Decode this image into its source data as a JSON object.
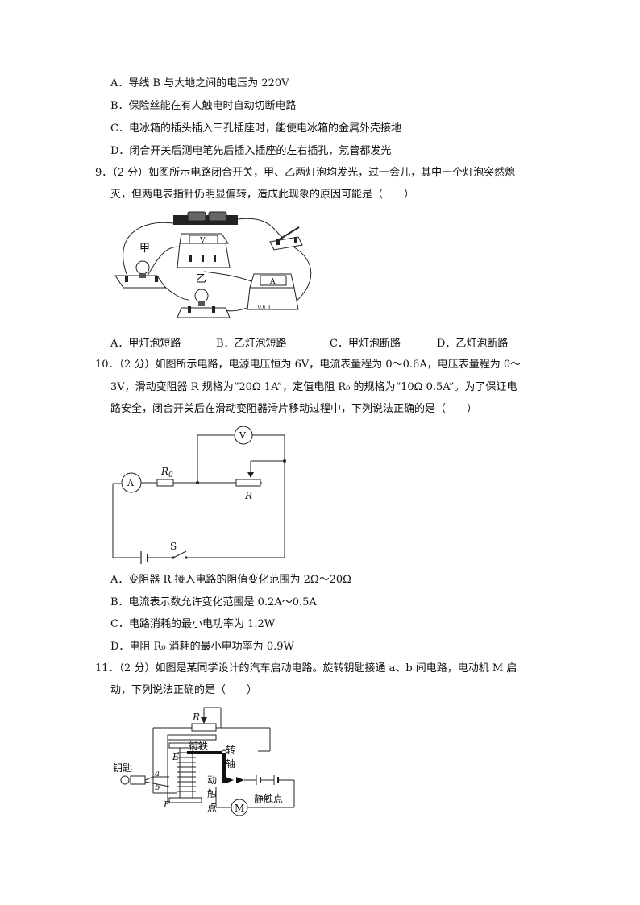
{
  "q8": {
    "opt_a": "A．导线 B 与大地之间的电压为 220V",
    "opt_b": "B．保险丝能在有人触电时自动切断电路",
    "opt_c": "C．电冰箱的插头插入三孔插座时，能使电冰箱的金属外壳接地",
    "opt_d": "D．闭合开关后测电笔先后插入插座的左右插孔，氖管都发光"
  },
  "q9": {
    "stem_1": "9．（2 分）如图所示电路闭合开关，甲、乙两灯泡均发光，过一会儿，其中一个灯泡突然熄",
    "stem_2": "灭，但两电表指针仍明显偏转，造成此现象的原因可能是（　　）",
    "fig_label_jia": "甲",
    "fig_label_yi": "乙",
    "fig_voltmeter": "V",
    "fig_ammeter": "A",
    "fig_ammeter_scale": "0.6 3",
    "opt_a": "A．甲灯泡短路",
    "opt_b": "B．乙灯泡短路",
    "opt_c": "C．甲灯泡断路",
    "opt_d": "D．乙灯泡断路"
  },
  "q10": {
    "stem_1": "10．（2 分）如图所示电路，电源电压恒为 6V，电流表量程为 0～0.6A，电压表量程为 0～",
    "stem_2": "3V，滑动变阻器 R 规格为“20Ω 1A”，定值电阻 R₀ 的规格为“10Ω 0.5A”。为了保证电",
    "stem_3": "路安全，闭合开关后在滑动变阻器滑片移动过程中，下列说法正确的是（　　）",
    "fig_voltmeter": "V",
    "fig_ammeter": "A",
    "fig_r0": "R",
    "fig_r0_sub": "0",
    "fig_r": "R",
    "fig_switch": "S",
    "opt_a": "A．变阻器 R 接入电路的阻值变化范围为 2Ω～20Ω",
    "opt_b": "B．电流表示数允许变化范围是 0.2A～0.5A",
    "opt_c": "C．电路消耗的最小电功率为 1.2W",
    "opt_d": "D．电阻 R₀ 消耗的最小电功率为 0.9W"
  },
  "q11": {
    "stem_1": "11．（2 分）如图是某同学设计的汽车启动电路。旋转钥匙接通 a、b 间电路，电动机 M 启",
    "stem_2": "动，下列说法正确的是（　　）",
    "fig_r": "R",
    "fig_armature": "衔铁",
    "fig_pivot_1": "转",
    "fig_pivot_2": "轴",
    "fig_key": "钥匙",
    "fig_e": "E",
    "fig_f": "F",
    "fig_a": "a",
    "fig_b": "b",
    "fig_moving_1": "动",
    "fig_moving_2": "触",
    "fig_moving_3": "点",
    "fig_static": "静触点",
    "fig_motor": "M"
  }
}
